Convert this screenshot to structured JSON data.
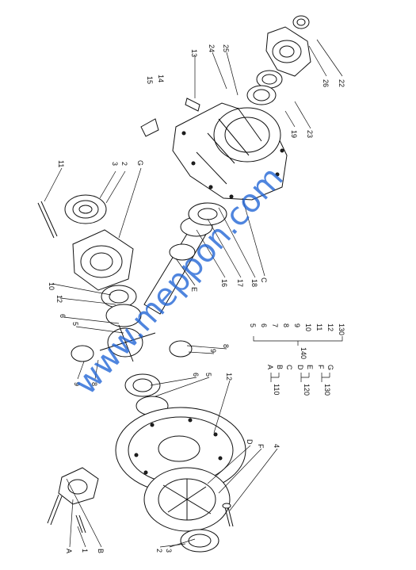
{
  "watermark": "www.meppon.com",
  "callouts": {
    "c15": "15",
    "c14": "14",
    "c13": "13",
    "c24": "24",
    "c25": "25",
    "c26": "26",
    "c22": "22",
    "c19": "19",
    "c23": "23",
    "c11": "11",
    "c3a": "3",
    "c2a": "2",
    "cG": "G",
    "c10": "10",
    "c12a": "12",
    "c6a": "6",
    "c5a": "5",
    "c9a": "9",
    "c8a": "8",
    "c9b": "9",
    "c8b": "8",
    "c6b": "6",
    "c5b": "5",
    "c12b": "12",
    "cE": "E",
    "c16": "16",
    "c17": "17",
    "c18": "18",
    "cC": "C",
    "cA": "A",
    "c1": "1",
    "cB": "B",
    "c2b": "2",
    "c3b": "3",
    "cD": "D",
    "cF": "F",
    "c4": "4"
  },
  "legend_left": {
    "items": [
      "A",
      "B",
      "C",
      "D",
      "E",
      "F",
      "G"
    ],
    "groups": [
      "110",
      "120",
      "130"
    ]
  },
  "legend_right": {
    "items": [
      "5",
      "6",
      "7",
      "8",
      "9",
      "10",
      "11",
      "12",
      "130"
    ],
    "group": "140"
  }
}
